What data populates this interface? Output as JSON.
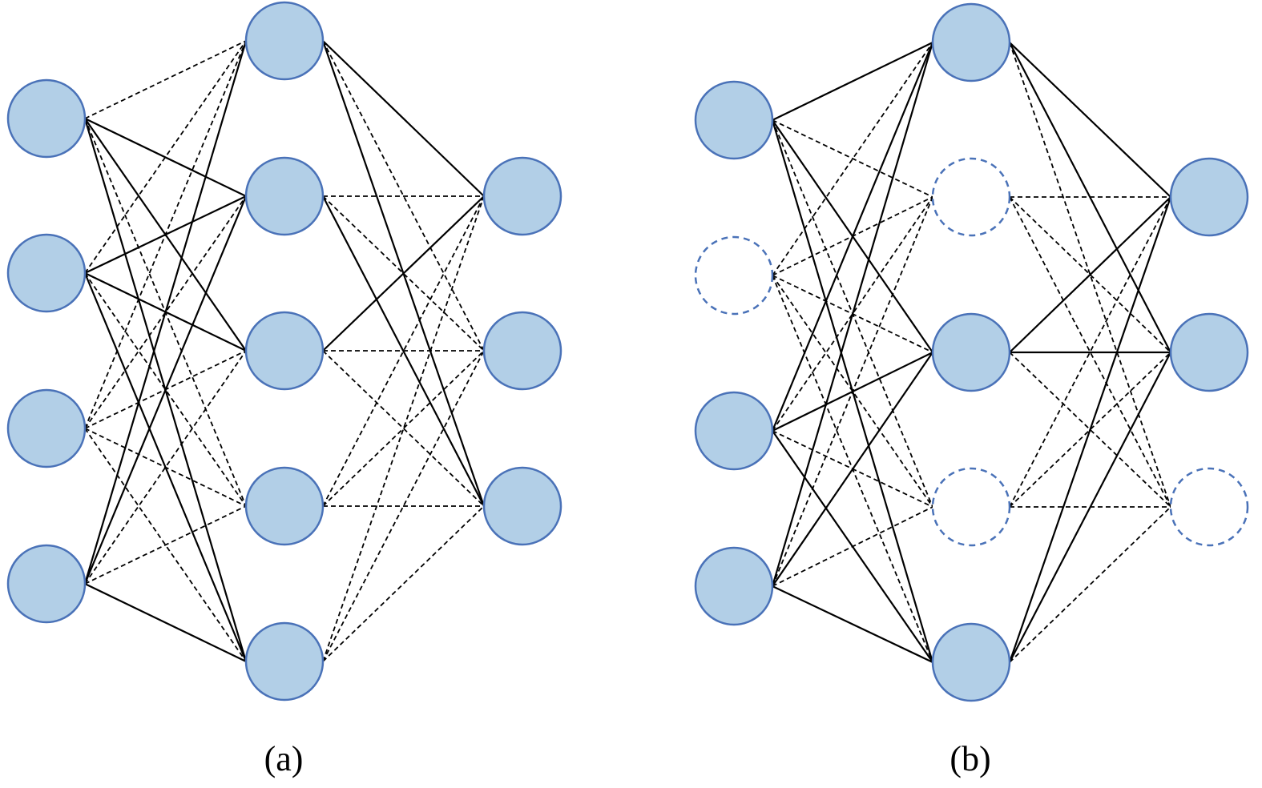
{
  "colors": {
    "node_fill": "#b2cfe7",
    "node_stroke": "#4a72b8",
    "edge": "#000000"
  },
  "panels": [
    {
      "caption": "(a)",
      "layers": [
        {
          "nodes": [
            {
              "active": true
            },
            {
              "active": true
            },
            {
              "active": true
            },
            {
              "active": true
            }
          ]
        },
        {
          "nodes": [
            {
              "active": true
            },
            {
              "active": true
            },
            {
              "active": true
            },
            {
              "active": true
            },
            {
              "active": true
            }
          ]
        },
        {
          "nodes": [
            {
              "active": true
            },
            {
              "active": true
            },
            {
              "active": true
            }
          ]
        }
      ],
      "solid_connections": [
        [
          0,
          0,
          1,
          1
        ],
        [
          0,
          0,
          1,
          2
        ],
        [
          0,
          0,
          1,
          4
        ],
        [
          0,
          1,
          1,
          1
        ],
        [
          0,
          1,
          1,
          2
        ],
        [
          0,
          1,
          1,
          4
        ],
        [
          0,
          3,
          1,
          0
        ],
        [
          0,
          3,
          1,
          1
        ],
        [
          0,
          3,
          1,
          4
        ],
        [
          1,
          0,
          2,
          0
        ],
        [
          1,
          0,
          2,
          2
        ],
        [
          1,
          1,
          2,
          2
        ],
        [
          1,
          2,
          2,
          0
        ]
      ]
    },
    {
      "caption": "(b)",
      "layers": [
        {
          "nodes": [
            {
              "active": true
            },
            {
              "active": false
            },
            {
              "active": true
            },
            {
              "active": true
            }
          ]
        },
        {
          "nodes": [
            {
              "active": true
            },
            {
              "active": false
            },
            {
              "active": true
            },
            {
              "active": false
            },
            {
              "active": true
            }
          ]
        },
        {
          "nodes": [
            {
              "active": true
            },
            {
              "active": true
            },
            {
              "active": false
            }
          ]
        }
      ],
      "solid_connections": [
        [
          0,
          0,
          1,
          0
        ],
        [
          0,
          0,
          1,
          2
        ],
        [
          0,
          0,
          1,
          4
        ],
        [
          0,
          2,
          1,
          0
        ],
        [
          0,
          2,
          1,
          2
        ],
        [
          0,
          2,
          1,
          4
        ],
        [
          0,
          3,
          1,
          0
        ],
        [
          0,
          3,
          1,
          2
        ],
        [
          0,
          3,
          1,
          4
        ],
        [
          1,
          0,
          2,
          0
        ],
        [
          1,
          0,
          2,
          1
        ],
        [
          1,
          2,
          2,
          0
        ],
        [
          1,
          2,
          2,
          1
        ],
        [
          1,
          4,
          2,
          0
        ],
        [
          1,
          4,
          2,
          1
        ]
      ]
    }
  ]
}
